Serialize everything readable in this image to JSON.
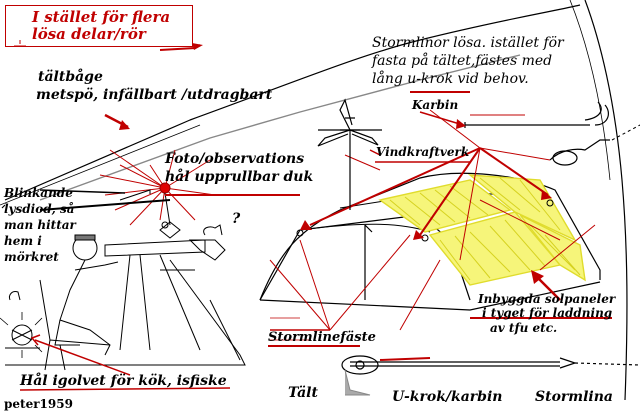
{
  "labels": {
    "top_box_line1": "I stället för flera",
    "top_box_line2": "lösa delar/rör",
    "tent_pole_line1": "tältbåge",
    "tent_pole_line2": "metspö, infällbart /utdragbart",
    "photo_line1": "Foto/observations",
    "photo_line2": "hål upprullbar duk",
    "blink_line1": "Blinkande",
    "blink_line2": "lysdiod, så",
    "blink_line3": "man hittar",
    "blink_line4": "hem i",
    "blink_line5": "mörkret",
    "question": "?",
    "storm_line1": "Stormlinor lösa. istället för",
    "storm_line2": "fasta på tältet,fästes med",
    "storm_line3": "lång u-krok vid behov.",
    "karbin": "Karbin",
    "wind": "Vindkraftverk",
    "solar_line1": "Inbyggda solpaneler",
    "solar_line2": "i tyget för laddning",
    "solar_line3": "av tfu etc.",
    "stormline_mount": "Stormlinefäste",
    "floor_hole": "Hål igolvet för kök, isfiske",
    "signature": "peter1959",
    "tent": "Tält",
    "ukrok": "U-krok/karbin",
    "stormlina": "Stormlina"
  },
  "colors": {
    "ink": "#000000",
    "red": "#c00000",
    "panel": "#f3f25a",
    "grey": "#9a9a9a"
  }
}
